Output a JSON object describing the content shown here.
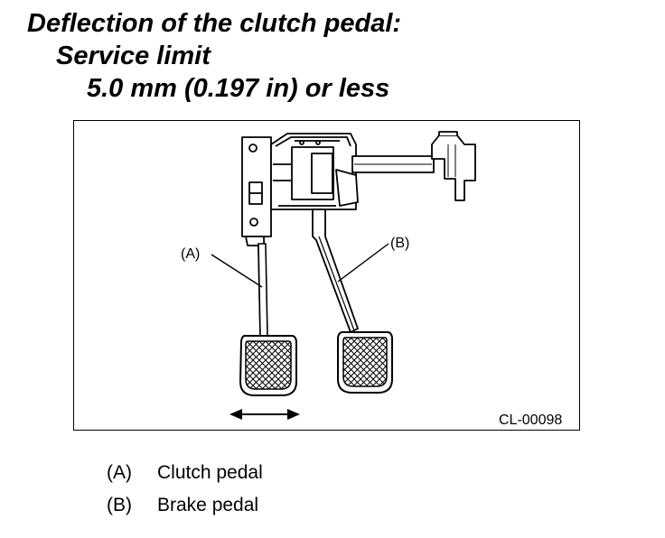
{
  "heading": {
    "line1": "Deflection of the clutch pedal:",
    "line2": "Service limit",
    "line3": "5.0 mm (0.197 in) or less"
  },
  "figure": {
    "callout_a": "(A)",
    "callout_b": "(B)",
    "figure_id": "CL-00098",
    "arrow": "double-headed-arrow"
  },
  "legend": [
    {
      "tag": "(A)",
      "label": "Clutch pedal"
    },
    {
      "tag": "(B)",
      "label": "Brake pedal"
    }
  ]
}
